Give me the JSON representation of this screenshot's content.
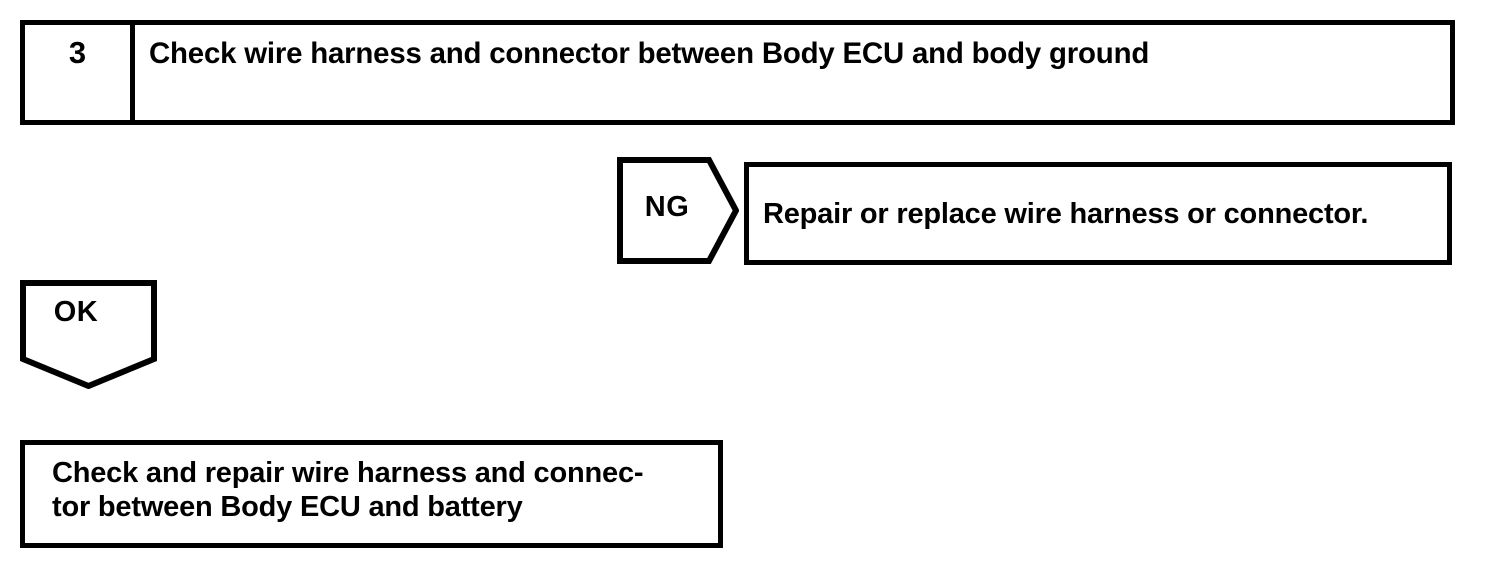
{
  "diagram": {
    "type": "troubleshooting-flowchart",
    "colors": {
      "line": "#000000",
      "background": "#ffffff",
      "text": "#000000"
    },
    "step": {
      "number": "3",
      "title": "Check wire harness and connector between Body ECU and body ground"
    },
    "branches": {
      "ng": {
        "label": "NG",
        "shape": "pentagon-right",
        "result": "Repair or replace wire harness or connector."
      },
      "ok": {
        "label": "OK",
        "shape": "pentagon-down",
        "result_line1": "Check and repair wire harness and connec-",
        "result_line2": "tor between Body ECU and battery"
      }
    }
  }
}
